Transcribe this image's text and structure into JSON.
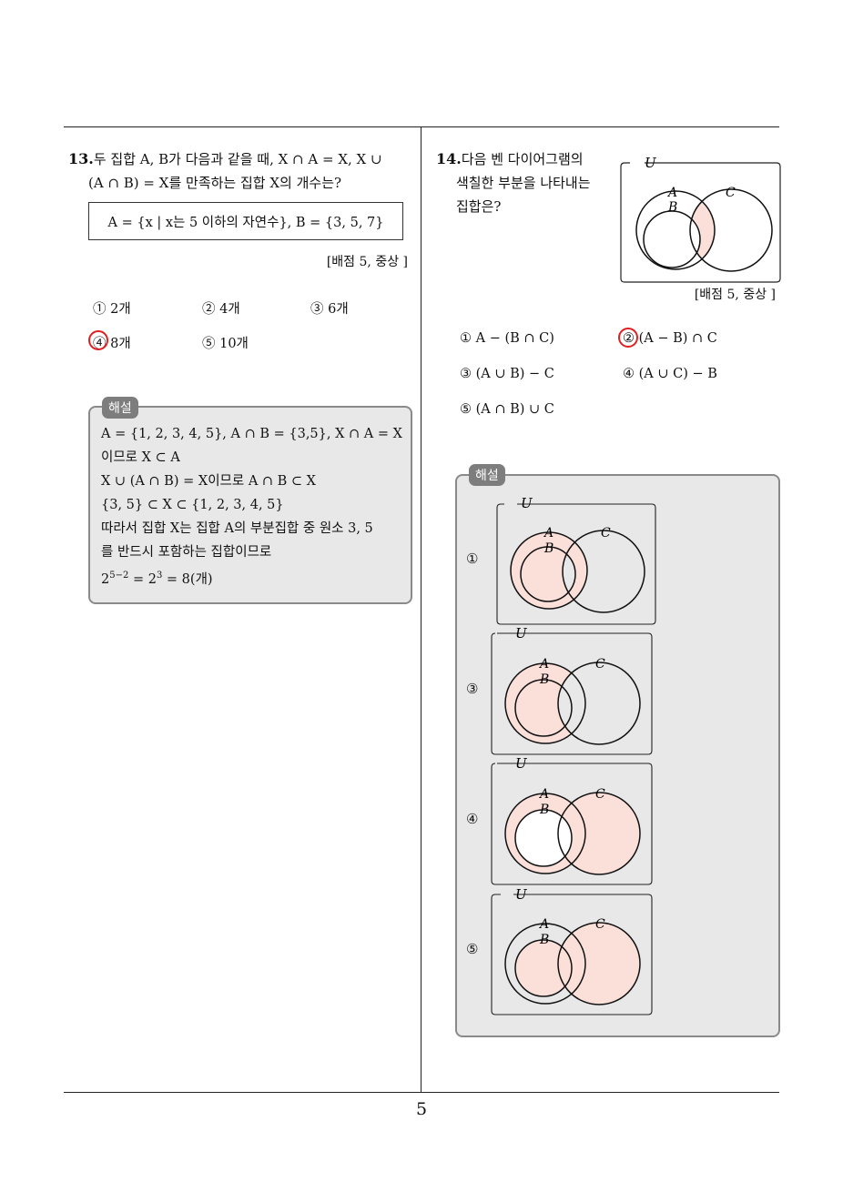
{
  "page": {
    "number": "5"
  },
  "q13": {
    "number": "13.",
    "line1": "두 집합 A, B가 다음과 같을 때, X ∩ A = X, X ∪",
    "line2": "(A ∩ B) = X를 만족하는 집합 X의 개수는?",
    "given": "A = {x | x는 5 이하의 자연수}, B = {3, 5, 7}",
    "score": "[배점 5, 중상 ]",
    "choices": [
      "① 2개",
      "② 4개",
      "③ 6개",
      "④ 8개",
      "⑤ 10개"
    ],
    "marked_choice": "④",
    "solution": {
      "tag": "해설",
      "lines": [
        "A = {1, 2, 3, 4, 5}, A ∩ B = {3,5}, X ∩ A = X",
        "이므로 X ⊂ A",
        "X ∪ (A ∩ B) = X이므로 A ∩ B ⊂ X",
        "{3, 5} ⊂ X ⊂ {1, 2, 3, 4, 5}",
        "따라서 집합 X는 집합 A의 부분집합 중 원소 3, 5",
        "를 반드시 포함하는 집합이므로"
      ],
      "last_base": "2",
      "last_exp1": "5−2",
      "last_mid": " = 2",
      "last_exp2": "3",
      "last_tail": " = 8(개)"
    }
  },
  "q14": {
    "number": "14.",
    "line1": "다음 벤 다이어그램의",
    "line2": "색칠한 부분을 나타내는",
    "line3": "집합은?",
    "score": "[배점 5, 중상 ]",
    "diagram_labels": {
      "U": "U",
      "A": "A",
      "B": "B",
      "C": "C"
    },
    "choices": [
      "① A − (B ∩ C)",
      "② (A − B) ∩ C",
      "③ (A ∪ B) − C",
      "④ (A ∪ C) − B",
      "⑤ (A ∩ B) ∪ C"
    ],
    "marked_choice": "②",
    "solution": {
      "tag": "해설",
      "items": [
        {
          "label": "①",
          "U": "U",
          "A": "A",
          "B": "B",
          "C": "C"
        },
        {
          "label": "③",
          "U": "U",
          "A": "A",
          "B": "B",
          "C": "C"
        },
        {
          "label": "④",
          "U": "U",
          "A": "A",
          "B": "B",
          "C": "C"
        },
        {
          "label": "⑤",
          "U": "U",
          "A": "A",
          "B": "B",
          "C": "C"
        }
      ]
    }
  },
  "colors": {
    "shade": "#fbe0da",
    "mark": "#e02020",
    "solution_bg": "#e8e8e8"
  }
}
